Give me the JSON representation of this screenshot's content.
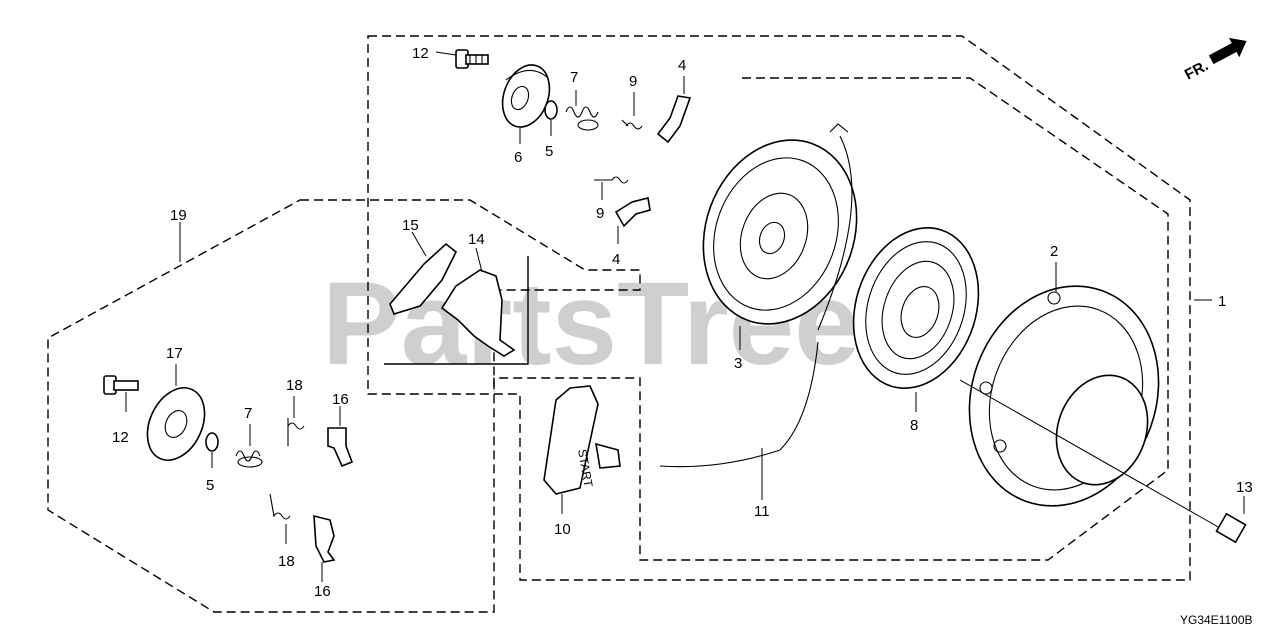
{
  "watermark": {
    "text": "PartsTree"
  },
  "direction_arrow": {
    "label": "FR."
  },
  "diagram_code": "YG34E1100B",
  "callouts": {
    "c1": "1",
    "c2": "2",
    "c3": "3",
    "c4a": "4",
    "c4b": "4",
    "c5a": "5",
    "c5b": "5",
    "c6": "6",
    "c7a": "7",
    "c7b": "7",
    "c8": "8",
    "c9a": "9",
    "c9b": "9",
    "c10": "10",
    "c11": "11",
    "c12a": "12",
    "c12b": "12",
    "c13": "13",
    "c14": "14",
    "c15": "15",
    "c16a": "16",
    "c16b": "16",
    "c17": "17",
    "c18a": "18",
    "c18b": "18",
    "c19": "19"
  },
  "handle_text": "START"
}
